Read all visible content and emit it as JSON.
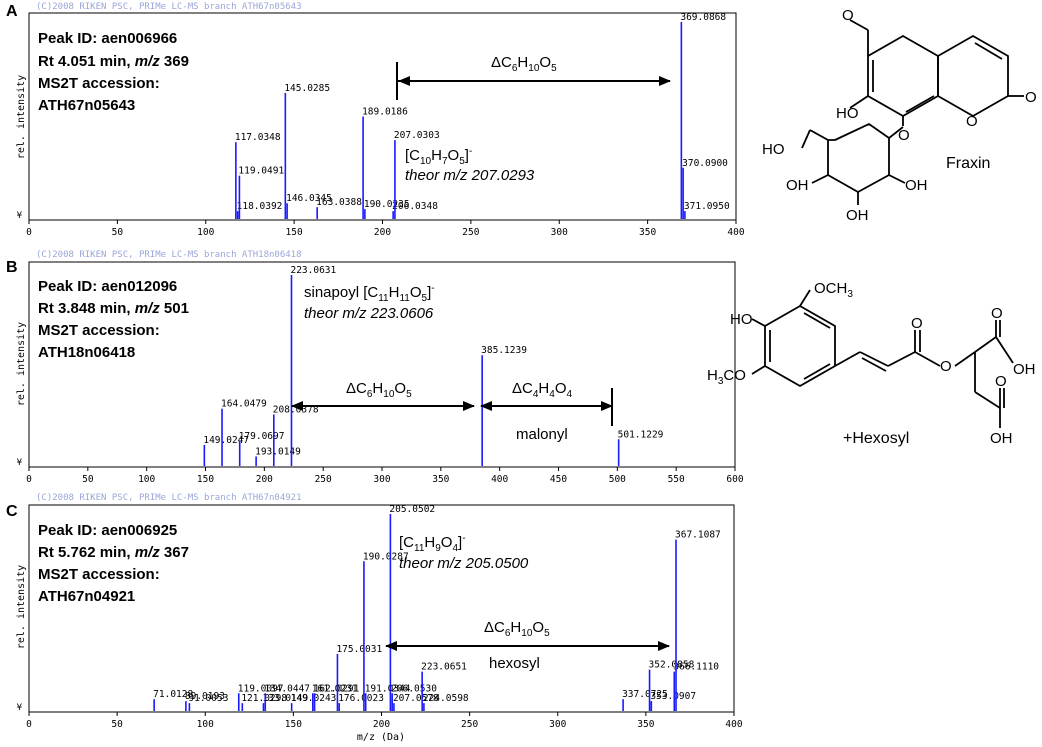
{
  "colors": {
    "peak": "#1a1aff",
    "axis": "#000000",
    "watermark": "#9aa6d8",
    "text": "#000000"
  },
  "panels": [
    {
      "letter": "A",
      "watermark": "(C)2008 RIKEN PSC, PRIMe LC-MS branch ATH67n05643",
      "ylabel": "rel. intensity",
      "yzero": "¥",
      "info": [
        "Peak ID: aen006966",
        "Rt 4.051 min, m/z 369",
        "MS2T accession:",
        "ATH67n05643"
      ],
      "chart_data": {
        "type": "bar",
        "xlim": [
          0,
          400
        ],
        "xticks": [
          0,
          50,
          100,
          150,
          200,
          250,
          300,
          350,
          400
        ],
        "peaks": [
          {
            "x": 117.0348,
            "y": 0.39,
            "label": "117.0348"
          },
          {
            "x": 118.0392,
            "y": 0.04,
            "label": "118.0392"
          },
          {
            "x": 119.0491,
            "y": 0.22,
            "label": "119.0491"
          },
          {
            "x": 145.0285,
            "y": 0.64,
            "label": "145.0285"
          },
          {
            "x": 146.0345,
            "y": 0.08,
            "label": "146.0345"
          },
          {
            "x": 163.0388,
            "y": 0.06,
            "label": "163.0388"
          },
          {
            "x": 189.0186,
            "y": 0.52,
            "label": "189.0186"
          },
          {
            "x": 190.0235,
            "y": 0.05,
            "label": "190.0235"
          },
          {
            "x": 206.0348,
            "y": 0.04,
            "label": "206.0348"
          },
          {
            "x": 207.0303,
            "y": 0.4,
            "label": "207.0303"
          },
          {
            "x": 369.0868,
            "y": 1.0,
            "label": "369.0868"
          },
          {
            "x": 370.09,
            "y": 0.26,
            "label": "370.0900"
          },
          {
            "x": 371.095,
            "y": 0.04,
            "label": "371.0950"
          }
        ]
      },
      "annotations": {
        "delta1_base": "ΔC",
        "delta1_sub1": "6",
        "delta1_mid": "H",
        "delta1_sub2": "10",
        "delta1_mid2": "O",
        "delta1_sub3": "5",
        "ion_a": "[C",
        "ion_b": "10",
        "ion_c": "H",
        "ion_d": "7",
        "ion_e": "O",
        "ion_f": "5",
        "ion_g": "]",
        "ion_h": "-",
        "theor": "theor m/z 207.0293"
      },
      "compound_name": "Fraxin",
      "struct_labels": [
        "HO",
        "HO",
        "O",
        "O",
        "O",
        "O",
        "OH",
        "OH",
        "OH"
      ]
    },
    {
      "letter": "B",
      "watermark": "(C)2008 RIKEN PSC, PRIMe LC-MS branch ATH18n06418",
      "ylabel": "rel. intensity",
      "yzero": "¥",
      "info": [
        "Peak ID: aen012096",
        "Rt 3.848 min, m/z 501",
        "MS2T accession:",
        "ATH18n06418"
      ],
      "chart_data": {
        "type": "bar",
        "xlim": [
          0,
          600
        ],
        "xticks": [
          0,
          50,
          100,
          150,
          200,
          250,
          300,
          350,
          400,
          450,
          500,
          550,
          600
        ],
        "peaks": [
          {
            "x": 149.0247,
            "y": 0.11,
            "label": "149.0247"
          },
          {
            "x": 164.0479,
            "y": 0.3,
            "label": "164.0479"
          },
          {
            "x": 179.0697,
            "y": 0.13,
            "label": "179.0697"
          },
          {
            "x": 193.0149,
            "y": 0.05,
            "label": "193.0149"
          },
          {
            "x": 208.0378,
            "y": 0.27,
            "label": "208.0378"
          },
          {
            "x": 223.0631,
            "y": 1.0,
            "label": "223.0631"
          },
          {
            "x": 385.1239,
            "y": 0.58,
            "label": "385.1239"
          },
          {
            "x": 501.1229,
            "y": 0.14,
            "label": "501.1229"
          }
        ]
      },
      "annotations": {
        "sinapoyl": "sinapoyl [C",
        "s_b": "11",
        "s_c": "H",
        "s_d": "11",
        "s_e": "O",
        "s_f": "5",
        "s_g": "]",
        "s_h": "-",
        "theor": "theor m/z 223.0606",
        "delta1": "ΔC6H10O5",
        "delta2": "ΔC4H4O4",
        "malonyl": "malonyl"
      },
      "compound_name": "+Hexosyl",
      "struct_labels": [
        "OCH3",
        "HO",
        "H3CO",
        "O",
        "O",
        "OH",
        "O",
        "OH"
      ]
    },
    {
      "letter": "C",
      "watermark": "(C)2008 RIKEN PSC, PRIMe LC-MS branch ATH67n04921",
      "ylabel": "rel. intensity",
      "yzero": "¥",
      "xlabel": "m/z (Da)",
      "info": [
        "Peak ID: aen006925",
        "Rt 5.762 min, m/z 367",
        "MS2T accession:",
        "ATH67n04921"
      ],
      "chart_data": {
        "type": "bar",
        "xlim": [
          0,
          400
        ],
        "xticks": [
          0,
          50,
          100,
          150,
          200,
          250,
          300,
          350,
          400
        ],
        "peaks": [
          {
            "x": 71.0128,
            "y": 0.06,
            "label": "71.0128"
          },
          {
            "x": 89.0193,
            "y": 0.05,
            "label": "89.0193"
          },
          {
            "x": 91.0053,
            "y": 0.04,
            "label": "91.0053"
          },
          {
            "x": 119.0097,
            "y": 0.09,
            "label": "119.0097"
          },
          {
            "x": 121.0298,
            "y": 0.04,
            "label": "121.0298"
          },
          {
            "x": 133.0149,
            "y": 0.04,
            "label": "133.0149"
          },
          {
            "x": 134.0447,
            "y": 0.09,
            "label": "134.0447"
          },
          {
            "x": 149.0243,
            "y": 0.04,
            "label": "149.0243"
          },
          {
            "x": 161.0231,
            "y": 0.09,
            "label": "161.0231"
          },
          {
            "x": 162.0291,
            "y": 0.09,
            "label": "162.0291"
          },
          {
            "x": 175.0031,
            "y": 0.29,
            "label": "175.0031"
          },
          {
            "x": 176.0023,
            "y": 0.04,
            "label": "176.0023"
          },
          {
            "x": 190.0287,
            "y": 0.76,
            "label": "190.0287"
          },
          {
            "x": 191.0344,
            "y": 0.09,
            "label": "191.0344"
          },
          {
            "x": 205.0502,
            "y": 1.0,
            "label": "205.0502"
          },
          {
            "x": 206.053,
            "y": 0.09,
            "label": "206.0530"
          },
          {
            "x": 207.0578,
            "y": 0.04,
            "label": "207.0578"
          },
          {
            "x": 223.0651,
            "y": 0.2,
            "label": "223.0651"
          },
          {
            "x": 224.0598,
            "y": 0.04,
            "label": "224.0598"
          },
          {
            "x": 337.0725,
            "y": 0.06,
            "label": "337.0725"
          },
          {
            "x": 352.0858,
            "y": 0.21,
            "label": "352.0858"
          },
          {
            "x": 353.0907,
            "y": 0.05,
            "label": "353.0907"
          },
          {
            "x": 366.111,
            "y": 0.2,
            "label": "366.1110"
          },
          {
            "x": 367.1087,
            "y": 0.87,
            "label": "367.1087"
          }
        ]
      },
      "annotations": {
        "ion_a": "[C",
        "ion_b": "11",
        "ion_c": "H",
        "ion_d": "9",
        "ion_e": "O",
        "ion_f": "4",
        "ion_g": "]",
        "ion_h": "-",
        "theor": "theor m/z 205.0500",
        "delta1": "ΔC6H10O5",
        "hexosyl": "hexosyl"
      }
    }
  ]
}
